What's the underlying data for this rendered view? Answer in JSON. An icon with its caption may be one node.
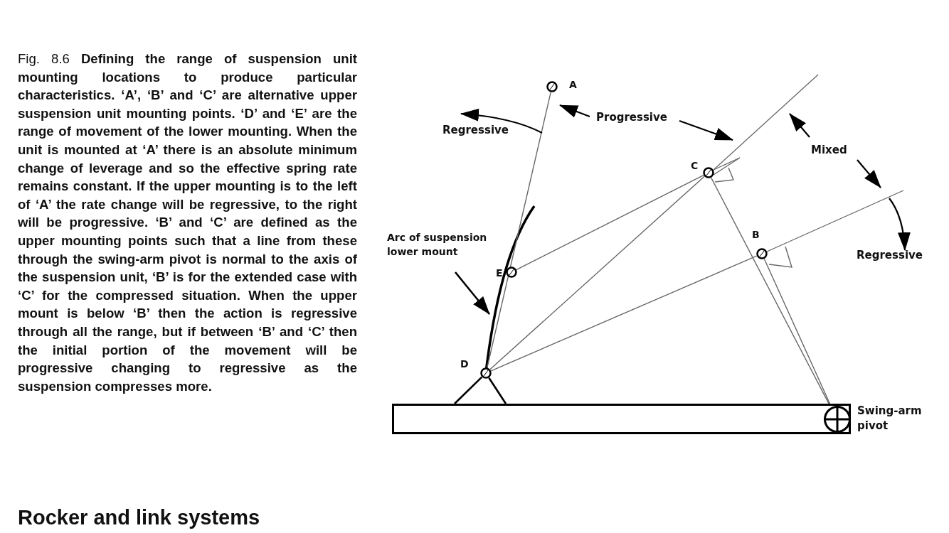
{
  "diagram": {
    "caption": "Fig. 8.6 **Defining the range of suspension unit mounting locations to produce particular characteristics. ‘A’, ‘B’ and ‘C’ are alternative upper suspension unit mounting points. ‘D’ and ‘E’ are the range of movement of the lower mounting. When the unit is mounted at ‘A’ there is an absolute minimum change of leverage and so the effective spring rate remains constant. If the upper mounting is to the left of ‘A’ the rate change will be regressive, to the right will be progressive. ‘B’ and ‘C’ are defined as the upper mounting points such that a line from these through the swing-arm pivot is normal to the axis of the suspension unit, ‘B’ is for the extended case with ‘C’ for the compressed situation. When the upper mount is below ‘B’ then the action is regressive through all the range, but if between ‘B’ and ‘C’ then the initial portion of the movement will be progressive changing to regressive as the suspension compresses more.**",
    "nodes": [
      {
        "text": [],
        "shape": "circle",
        "beside": [
          "A"
        ]
      },
      {
        "text": [],
        "shape": "circle",
        "beside": [
          "C"
        ]
      },
      {
        "text": [],
        "shape": "circle",
        "beside": [
          "B"
        ]
      },
      {
        "text": [],
        "shape": "circle",
        "beside": [
          "E"
        ]
      },
      {
        "text": [],
        "shape": "circle",
        "beside": [
          "D"
        ]
      },
      {
        "text": [
          "Arc of suspension lower mount"
        ]
      },
      {
        "text": [],
        "shape": "bar"
      },
      {
        "text": [],
        "shape": "circle",
        "in": 6,
        "beside": [
          "Swing-arm pivot"
        ]
      }
    ],
    "edges": [
      {
        "from": 0,
        "to": 4,
        "arrow": "none"
      },
      {
        "from": 3,
        "to": 1,
        "arrow": "none"
      },
      {
        "from": 4,
        "to": 1,
        "arrow": "none"
      },
      {
        "from": 4,
        "to": 2,
        "arrow": "none"
      },
      {
        "from": 1,
        "to": 7,
        "arrow": "none"
      },
      {
        "from": 2,
        "to": 7,
        "arrow": "none"
      },
      {
        "from": 5,
        "to": null,
        "arrow": "to",
        "color": "#000000"
      },
      {
        "from": 4,
        "to": 6,
        "arrow": "none",
        "color": "#000000"
      },
      {
        "from": 4,
        "to": 6,
        "arrow": "none",
        "color": "#000000"
      }
    ],
    "labels": [
      "Regressive",
      "Progressive",
      "Mixed",
      "Regressive",
      "Rocker and link systems"
    ]
  }
}
